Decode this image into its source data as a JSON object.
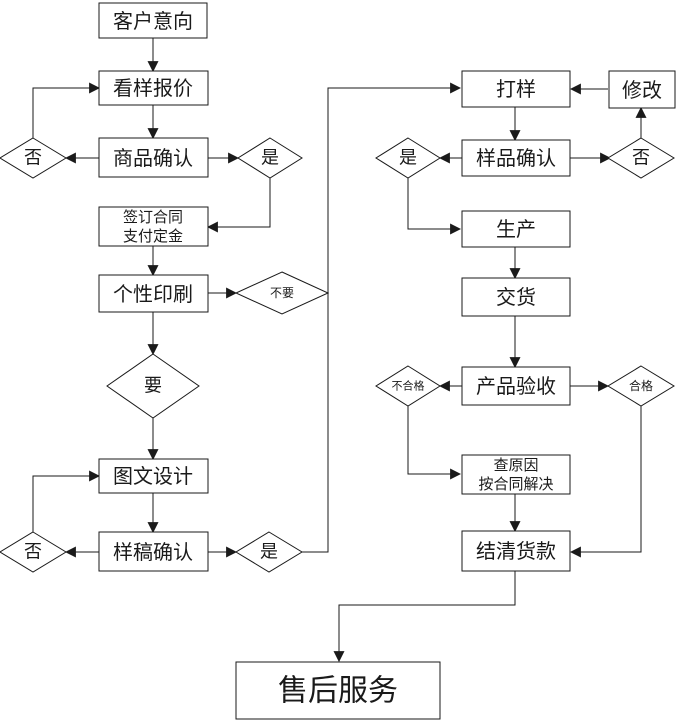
{
  "diagram": {
    "nodes": {
      "customer_intent": "客户意向",
      "view_sample_quote": "看样报价",
      "product_confirm": "商品确认",
      "product_confirm_no": "否",
      "product_confirm_yes": "是",
      "sign_contract_line1": "签订合同",
      "sign_contract_line2": "支付定金",
      "custom_print": "个性印刷",
      "custom_print_not_needed": "不要",
      "custom_print_needed": "要",
      "graphic_design": "图文设计",
      "draft_confirm": "样稿确认",
      "draft_confirm_no": "否",
      "draft_confirm_yes": "是",
      "sample_making": "打样",
      "revise": "修改",
      "sample_confirm": "样品确认",
      "sample_confirm_yes": "是",
      "sample_confirm_no": "否",
      "production": "生产",
      "delivery": "交货",
      "product_inspection": "产品验收",
      "inspection_fail": "不合格",
      "inspection_pass": "合格",
      "investigate_line1": "查原因",
      "investigate_line2": "按合同解决",
      "settle_payment": "结清货款",
      "after_sales": "售后服务"
    },
    "colors": {
      "stroke": "#1a1a1a",
      "fill": "#ffffff"
    }
  }
}
